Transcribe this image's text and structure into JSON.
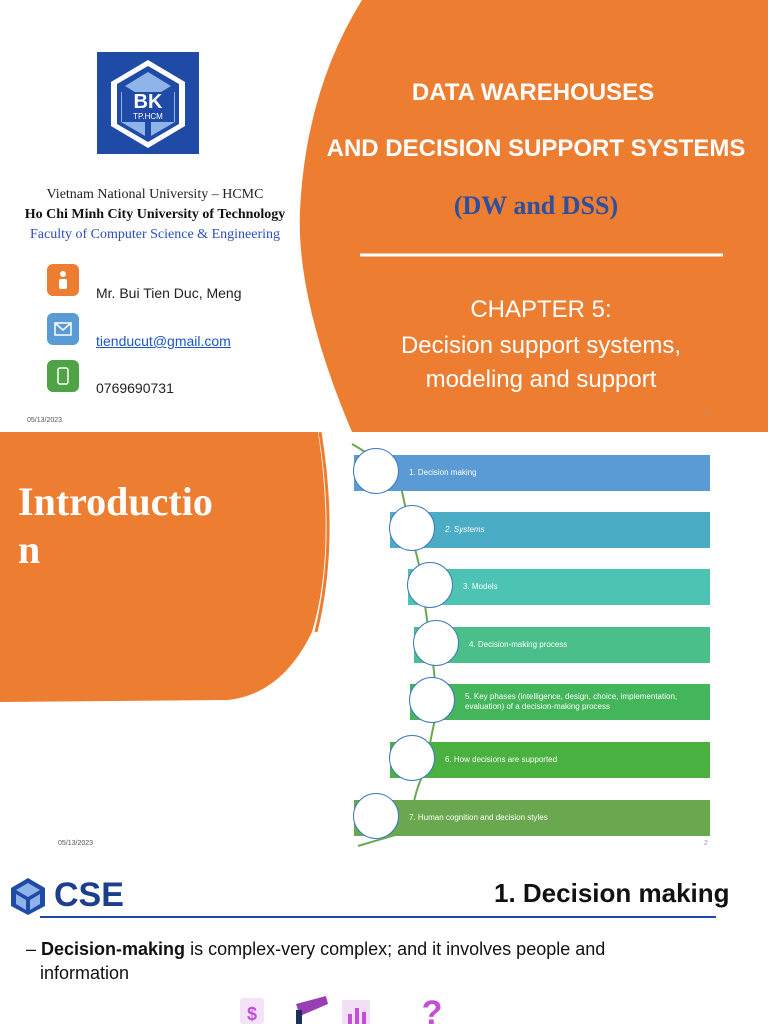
{
  "slide1": {
    "logo_text": "BK",
    "logo_subtext": "TP.HCM",
    "title_line1": "DATA WAREHOUSES",
    "title_line2": "AND DECISION SUPPORT SYSTEMS",
    "subtitle": "(DW and DSS)",
    "chapter": "CHAPTER 5:",
    "chapter_title_line1": "Decision support systems,",
    "chapter_title_line2": "modeling and support",
    "university": "Vietnam National University – HCMC",
    "school": "Ho Chi Minh City University of Technology",
    "faculty": "Faculty of Computer Science & Engineering",
    "instructor": "Mr. Bui Tien Duc, Meng",
    "email": "tienducut@gmail.com",
    "phone": "0769690731",
    "date": "05/13/2023",
    "page_number": "1"
  },
  "slide2": {
    "title_line1": "Introductio",
    "title_line2": "n",
    "date": "05/13/2023",
    "page_number": "2",
    "items": [
      {
        "label": "1. Decision making",
        "color": "#5b9bd5"
      },
      {
        "label": "2. Systems",
        "color": "#4bacc6"
      },
      {
        "label": "3. Models",
        "color": "#4cc3b3"
      },
      {
        "label": "4. Decision-making process",
        "color": "#4bbf8a"
      },
      {
        "label": "5. Key phases (intelligence, design, choice, implementation, evaluation) of a decision-making process",
        "color": "#43b55a"
      },
      {
        "label": "6. How decisions are supported",
        "color": "#4ab040"
      },
      {
        "label": "7. Human cognition and decision styles",
        "color": "#6aa84f"
      }
    ]
  },
  "slide3": {
    "logo_text": "CSE",
    "title": "1. Decision making",
    "bullet_bold": "Decision-making",
    "bullet_rest": " is complex-very complex; and it involves people and",
    "bullet_line2": "information"
  },
  "colors": {
    "orange": "#ed7d31",
    "dark_blue": "#1b3f8b",
    "subtitle_blue": "#2f4ea0"
  }
}
